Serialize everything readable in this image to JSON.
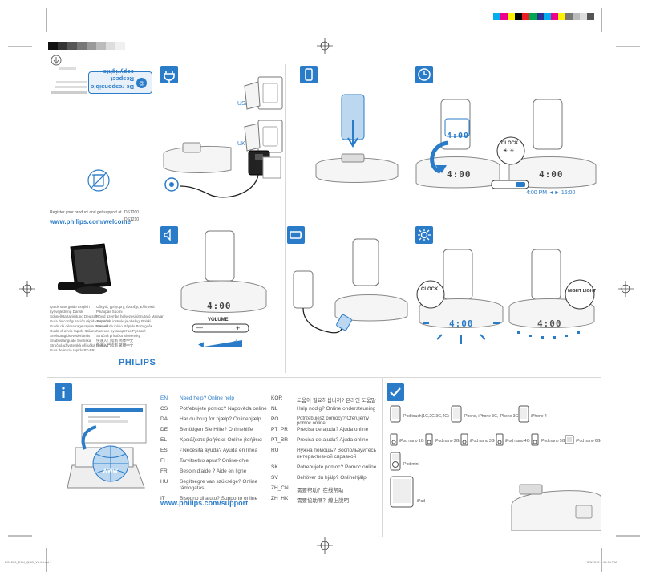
{
  "colors": {
    "brand_blue": "#2a7bc8",
    "reg_mark": "#000000"
  },
  "icons": [
    "power-plug-icon",
    "phone-icon",
    "clock-icon",
    "speaker-icon",
    "battery-icon",
    "sun-brightness-icon",
    "info-icon",
    "check-icon",
    "recycle-icon",
    "globe-www-icon"
  ],
  "power": {
    "usa": "USA",
    "uk": "UK"
  },
  "banner": {
    "line1": "Be responsible",
    "line2": "Respect copyrights"
  },
  "product": {
    "register": "Register your product and get support at",
    "url": "www.philips.com/welcome",
    "model1": "DS1200",
    "model2": "DS1210",
    "brand": "PHILIPS"
  },
  "guides_left": [
    "Quick start guide English",
    "Lynvejledning Dansk",
    "Schnellstartanleitung Deutsch",
    "Guía de configuración rápida Español",
    "Guide de démarrage rapide Français",
    "Guida di avvio rapido Italiano",
    "Snelstartgids Nederlands",
    "Snabbstartguide Svenska",
    "Stručná uživatelská příručka Čeština",
    "Guia de início rápido PT-BR"
  ],
  "guides_right": [
    "Οδηγός γρήγορης έναρξης Ελληνικά",
    "Pikaopas Suomi",
    "Rövid üzembe helyezési útmutató Magyar",
    "Skrócona instrukcja obsługi Polski",
    "Manual de início Rápido Português",
    "Краткое руководство Русский",
    "Stručná príručka Slovensky",
    "快速入门指南 简体中文",
    "快速入門指南 繁體中文"
  ],
  "clock": {
    "time1": "4:00",
    "time2": "4:00",
    "label": "CLOCK",
    "conversion": "4:00 PM ◄► 16:00"
  },
  "volume": {
    "label": "VOLUME",
    "minus": "—",
    "plus": "+",
    "display": "4:00"
  },
  "brightness": {
    "clock": "CLOCK",
    "night": "NIGHT LIGHT",
    "display1": "4:00",
    "display2": "4:00"
  },
  "help": {
    "left": [
      {
        "code": "EN",
        "text": "Need help? Online help",
        "blue": true
      },
      {
        "code": "CS",
        "text": "Potřebujete pomoc? Nápověda online"
      },
      {
        "code": "DA",
        "text": "Har du brug for hjælp? Onlinehjælp"
      },
      {
        "code": "DE",
        "text": "Benötigen Sie Hilfe? Onlinehilfe"
      },
      {
        "code": "EL",
        "text": "Χρειάζεστε βοήθεια; Online βοήθεια"
      },
      {
        "code": "ES",
        "text": "¿Necesita ayuda? Ayuda en línea"
      },
      {
        "code": "FI",
        "text": "Tarvitsetko apua? Online-ohje"
      },
      {
        "code": "FR",
        "text": "Besoin d'aide ? Aide en ligne"
      },
      {
        "code": "HU",
        "text": "Segítségre van szüksége? Online támogatás"
      },
      {
        "code": "IT",
        "text": "Bisogno di aiuto? Supporto online"
      }
    ],
    "right": [
      {
        "code": "KOR",
        "text": "도움이 필요하십니까? 온라인 도움말"
      },
      {
        "code": "NL",
        "text": "Hulp nodig? Online ondersteuning"
      },
      {
        "code": "PO",
        "text": "Potrzebujesz pomocy? Oferujemy pomoc online"
      },
      {
        "code": "PT_PR",
        "text": "Precisa de ajuda? Ajuda online"
      },
      {
        "code": "PT_BR",
        "text": "Precisa de ajuda? Ajuda online"
      },
      {
        "code": "RU",
        "text": "Нужна помощь? Воспользуйтесь интерактивной справкой"
      },
      {
        "code": "SK",
        "text": "Potrebujete pomoc? Pomoc online"
      },
      {
        "code": "SV",
        "text": "Behöver du hjälp? Onlinehjälp"
      },
      {
        "code": "ZH_CN",
        "text": "需要帮助？在线帮助"
      },
      {
        "code": "ZH_HK",
        "text": "需要協助嗎？線上說明"
      }
    ],
    "url": "www.philips.com/support",
    "www": "www"
  },
  "compat": {
    "row1": [
      "iPod touch(1G,2G,3G,4G)",
      "iPhone, iPhone 3G, iPhone 3GS",
      "iPhone 4"
    ],
    "row2": [
      "iPod nano 1G",
      "iPod nano 2G",
      "iPod nano 3G",
      "iPod nano 4G",
      "iPod nano 5G",
      "iPod nano 6G"
    ],
    "mini": "iPod mini",
    "ipad": "iPad"
  },
  "footer": {
    "left": "DS1200_DFU_QSG_V1.0.indd 1",
    "right": "5/3/2012 5:19:09 PM"
  }
}
